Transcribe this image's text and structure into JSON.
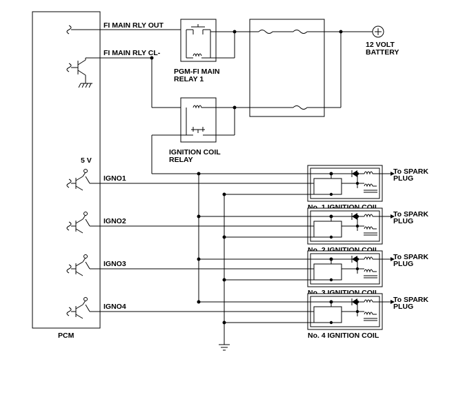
{
  "pcm": {
    "label": "PCM"
  },
  "signals": {
    "main_out": "FI MAIN RLY OUT",
    "main_cl": "FI MAIN RLY CL-",
    "five_v": "5 V",
    "igno": [
      "IGNO1",
      "IGNO2",
      "IGNO3",
      "IGNO4"
    ]
  },
  "relays": {
    "main_line1": "PGM-FI MAIN",
    "main_line2": "RELAY 1",
    "coil_line1": "IGNITION COIL",
    "coil_line2": "RELAY"
  },
  "battery": {
    "line1": "12 VOLT",
    "line2": "BATTERY",
    "symbol": "+"
  },
  "coils": {
    "names": [
      "No. 1 IGNITION COIL",
      "No. 2 IGNITION COIL",
      "No. 3 IGNITION COIL",
      "No. 4 IGNITION COIL"
    ],
    "spark_line1": "To SPARK",
    "spark_line2": "PLUG"
  },
  "icons": [
    "fuse-icon",
    "relay-coil-icon",
    "relay-switch-icon",
    "transistor-icon",
    "ground-icon",
    "diode-icon",
    "battery-terminal-icon"
  ]
}
